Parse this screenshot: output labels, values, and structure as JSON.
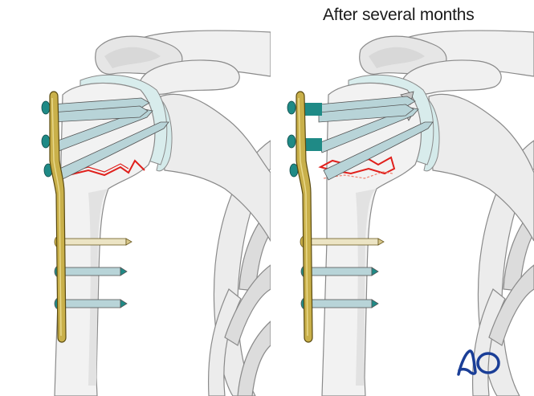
{
  "figure": {
    "panels": [
      {
        "id": "left",
        "caption": "",
        "description": "Proximal humerus fracture fixed with locking plate and screws (initial state)"
      },
      {
        "id": "right",
        "caption": "After several months",
        "description": "Same fixation after several months: fracture collapse/settling with screw tips perforating the humeral head"
      }
    ],
    "logo": {
      "text": "AO",
      "color": "#1a3e97"
    },
    "colors": {
      "bone_fill": "#efefef",
      "bone_shadow": "#dcdcdc",
      "bone_outline": "#8a8a8a",
      "cartilage": "#d8ecec",
      "plate_gold": "#c9b04a",
      "plate_outline": "#5a4a10",
      "screw_blue": "#b8d4d8",
      "screw_head_teal": "#1f8a86",
      "cortical_screw": "#ece4c4",
      "fracture_line": "#e0201c"
    }
  }
}
